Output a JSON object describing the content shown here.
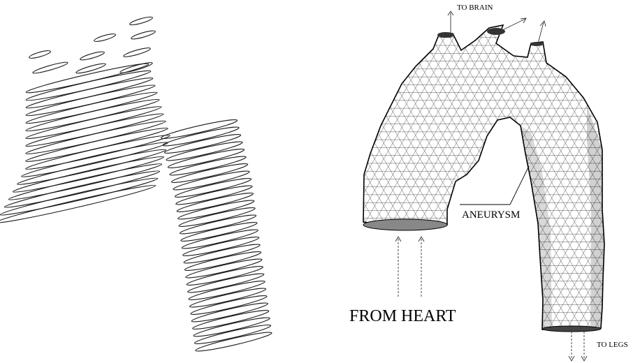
{
  "labels": {
    "to_brain": "TO BRAIN",
    "aneurysm": "ANEURYSM",
    "from_heart": "FROM HEART",
    "to_legs": "TO LEGS"
  },
  "colors": {
    "ink": "#000000",
    "background": "#ffffff"
  }
}
